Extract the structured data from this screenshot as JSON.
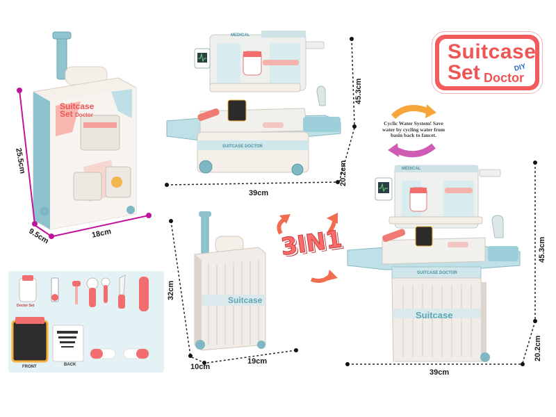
{
  "title": {
    "line1": "Suitcase",
    "line2": "Set",
    "line3": "Doctor",
    "badge": "DIY"
  },
  "features": {
    "water_system": "Cyclic Water System! Save water by cycling water from basin back to faucet.",
    "three_in_one": "3IN1"
  },
  "dimensions": {
    "box_height": "25.5cm",
    "box_depth": "9.5cm",
    "box_width": "18cm",
    "table_width": "39cm",
    "table_height": "45.3cm",
    "table_depth": "20.2cm",
    "case_height": "32cm",
    "case_depth": "10cm",
    "case_width": "19cm",
    "open_width": "39cm",
    "open_height": "45.3cm",
    "open_depth": "20.2cm"
  },
  "product_labels": {
    "suitcase_doctor": "SUITCASE DOCTOR",
    "suitcase": "Suitcase",
    "medical": "MEDICAL",
    "doctor_set": "Doctor Set",
    "front": "FRONT",
    "back": "BACK",
    "box_suitcase": "Suitcase",
    "box_set": "Set",
    "box_doctor": "Doctor"
  },
  "colors": {
    "accent": "#f25c5c",
    "teal": "#7fb8c4",
    "case": "#f1ece7",
    "dim_line": "#c0139b"
  }
}
